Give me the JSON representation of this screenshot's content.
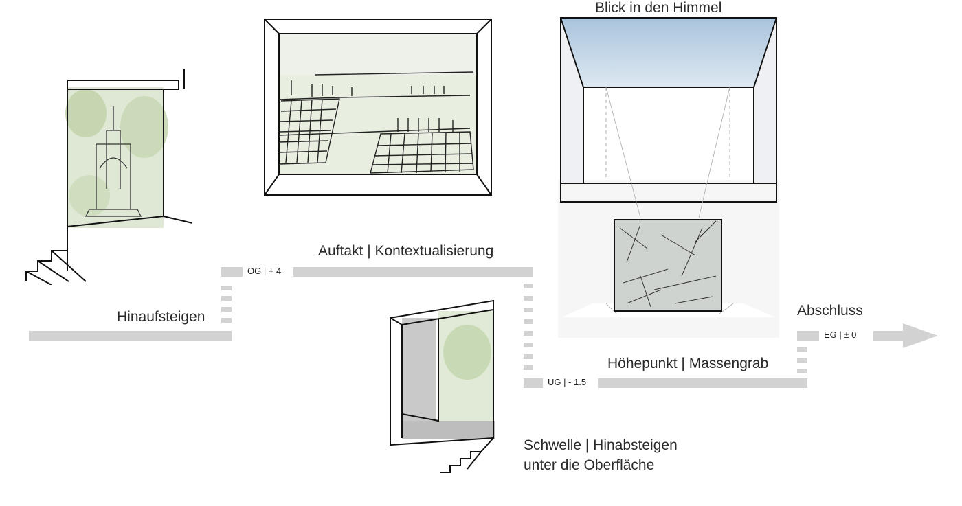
{
  "stages": {
    "ascend": "Hinaufsteigen",
    "prelude": "Auftakt | Kontextualisierung",
    "threshold_line1": "Schwelle | Hinabsteigen",
    "threshold_line2": "unter die Oberfläche",
    "climax": "Höhepunkt | Massengrab",
    "sky": "Blick in den Himmel",
    "end": "Abschluss"
  },
  "levels": {
    "og": "OG | + 4",
    "ug": "UG | - 1.5",
    "eg": "EG | ± 0"
  },
  "colors": {
    "path": "#d2d2d2",
    "sky": "#b9cfe3",
    "foliage": "#c7d8b4"
  }
}
